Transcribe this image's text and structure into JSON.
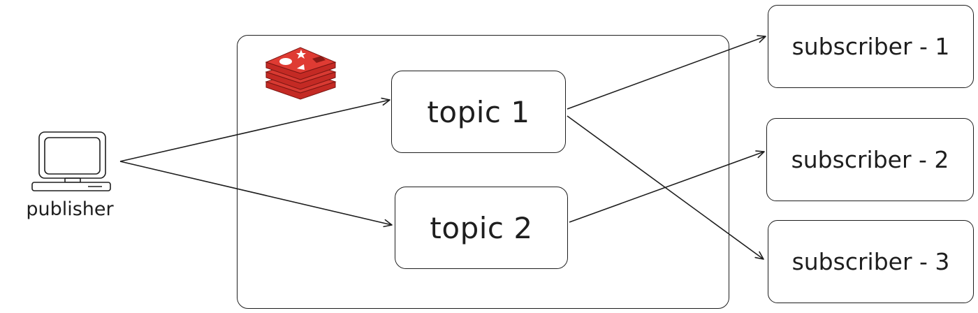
{
  "publisher": {
    "label": "publisher",
    "icon": "computer-icon"
  },
  "broker": {
    "logo_icon": "redis-logo-icon",
    "logo_color": "#d0302a",
    "topics": [
      {
        "label": "topic 1"
      },
      {
        "label": "topic 2"
      }
    ]
  },
  "subscribers": [
    {
      "label": "subscriber - 1"
    },
    {
      "label": "subscriber - 2"
    },
    {
      "label": "subscriber - 3"
    }
  ],
  "colors": {
    "stroke": "#1e1e1e",
    "background": "#ffffff"
  }
}
